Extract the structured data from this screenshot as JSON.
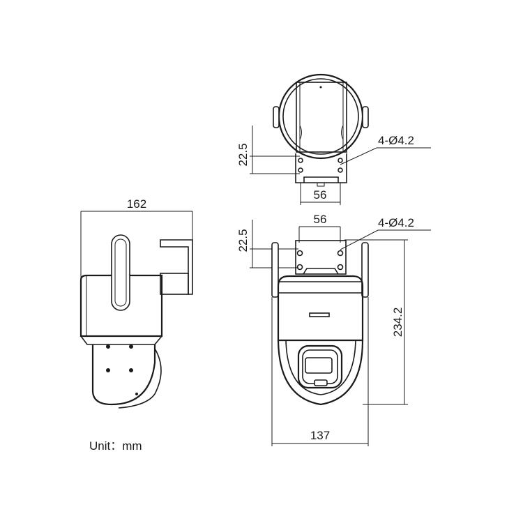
{
  "dimensions": {
    "side_width": "162",
    "top_mount_height": "22.5",
    "top_hole_spacing": "56",
    "top_hole_label": "4-Ø4.2",
    "front_hole_spacing": "56",
    "front_mount_height": "22.5",
    "front_hole_label": "4-Ø4.2",
    "front_total_height": "234.2",
    "front_width": "137"
  },
  "unit_label": "Unit：mm"
}
